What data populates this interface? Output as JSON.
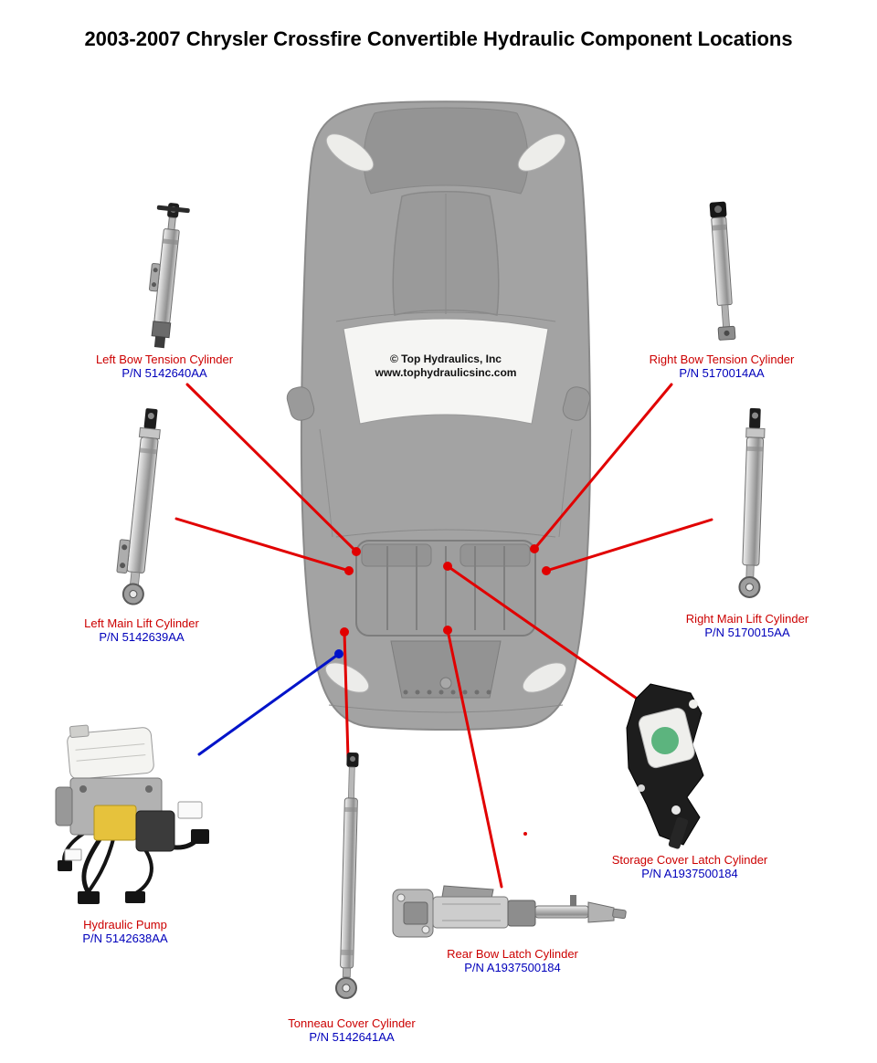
{
  "title": "2003-2007 Chrysler Crossfire Convertible Hydraulic Component Locations",
  "watermark": {
    "line1": "© Top Hydraulics, Inc",
    "line2": "www.tophydraulicsinc.com"
  },
  "colors": {
    "component_name": "#cc0000",
    "part_number": "#0000bb",
    "leader_line_red": "#e10000",
    "leader_line_blue": "#0013c9",
    "car_body": "#a3a3a3"
  },
  "components": [
    {
      "name": "Left Bow Tension Cylinder",
      "pn": "P/N 5142640AA"
    },
    {
      "name": "Right Bow Tension Cylinder",
      "pn": "P/N 5170014AA"
    },
    {
      "name": "Left Main Lift Cylinder",
      "pn": "P/N 5142639AA"
    },
    {
      "name": "Right Main Lift Cylinder",
      "pn": "P/N 5170015AA"
    },
    {
      "name": "Hydraulic Pump",
      "pn": "P/N 5142638AA"
    },
    {
      "name": "Tonneau Cover Cylinder",
      "pn": "P/N 5142641AA"
    },
    {
      "name": "Rear Bow Latch Cylinder",
      "pn": "P/N A1937500184"
    },
    {
      "name": "Storage Cover Latch Cylinder",
      "pn": "P/N A1937500184"
    }
  ]
}
